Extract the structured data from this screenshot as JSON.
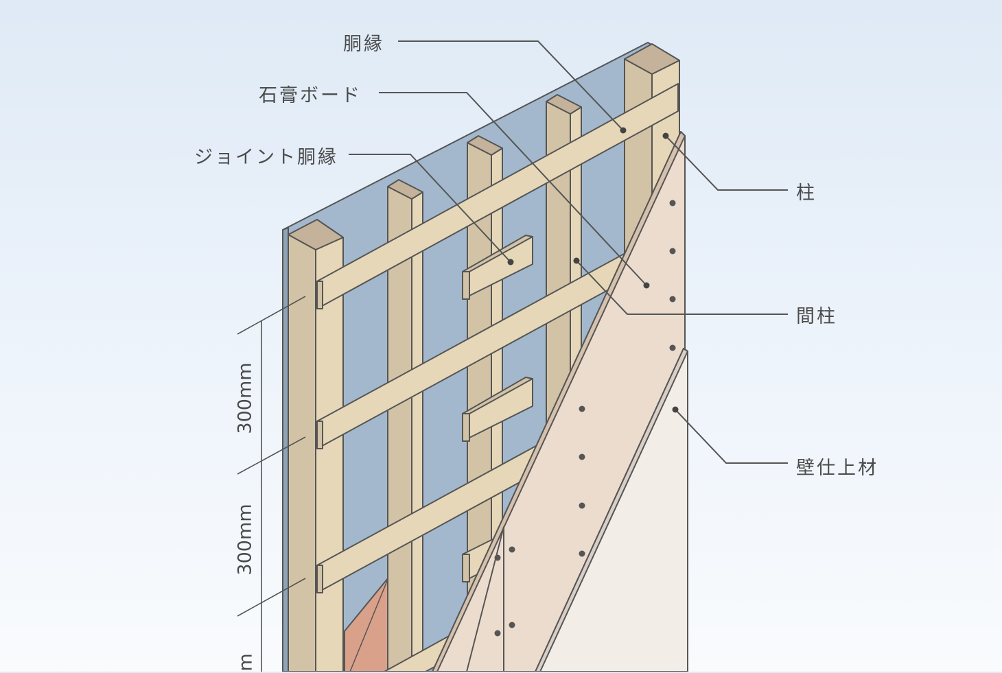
{
  "labels": {
    "dobuchi": "胴縁",
    "sekko_board": "石膏ボード",
    "joint_dobuchi": "ジョイント胴縁",
    "hashira": "柱",
    "mabashira": "間柱",
    "kabe_shiage": "壁仕上材"
  },
  "dimensions": {
    "upper": "300mm",
    "middle": "300mm",
    "lower_partial": "m"
  },
  "colors": {
    "backing_blue": "#a3b8cc",
    "timber": "#e6d7b8",
    "timber_side": "#d3c3a6",
    "timber_end": "#c5b29a",
    "board_pink": "#ecdccd",
    "finish": "#f3ede8",
    "insulation": "#d9a189",
    "line": "#555555"
  }
}
